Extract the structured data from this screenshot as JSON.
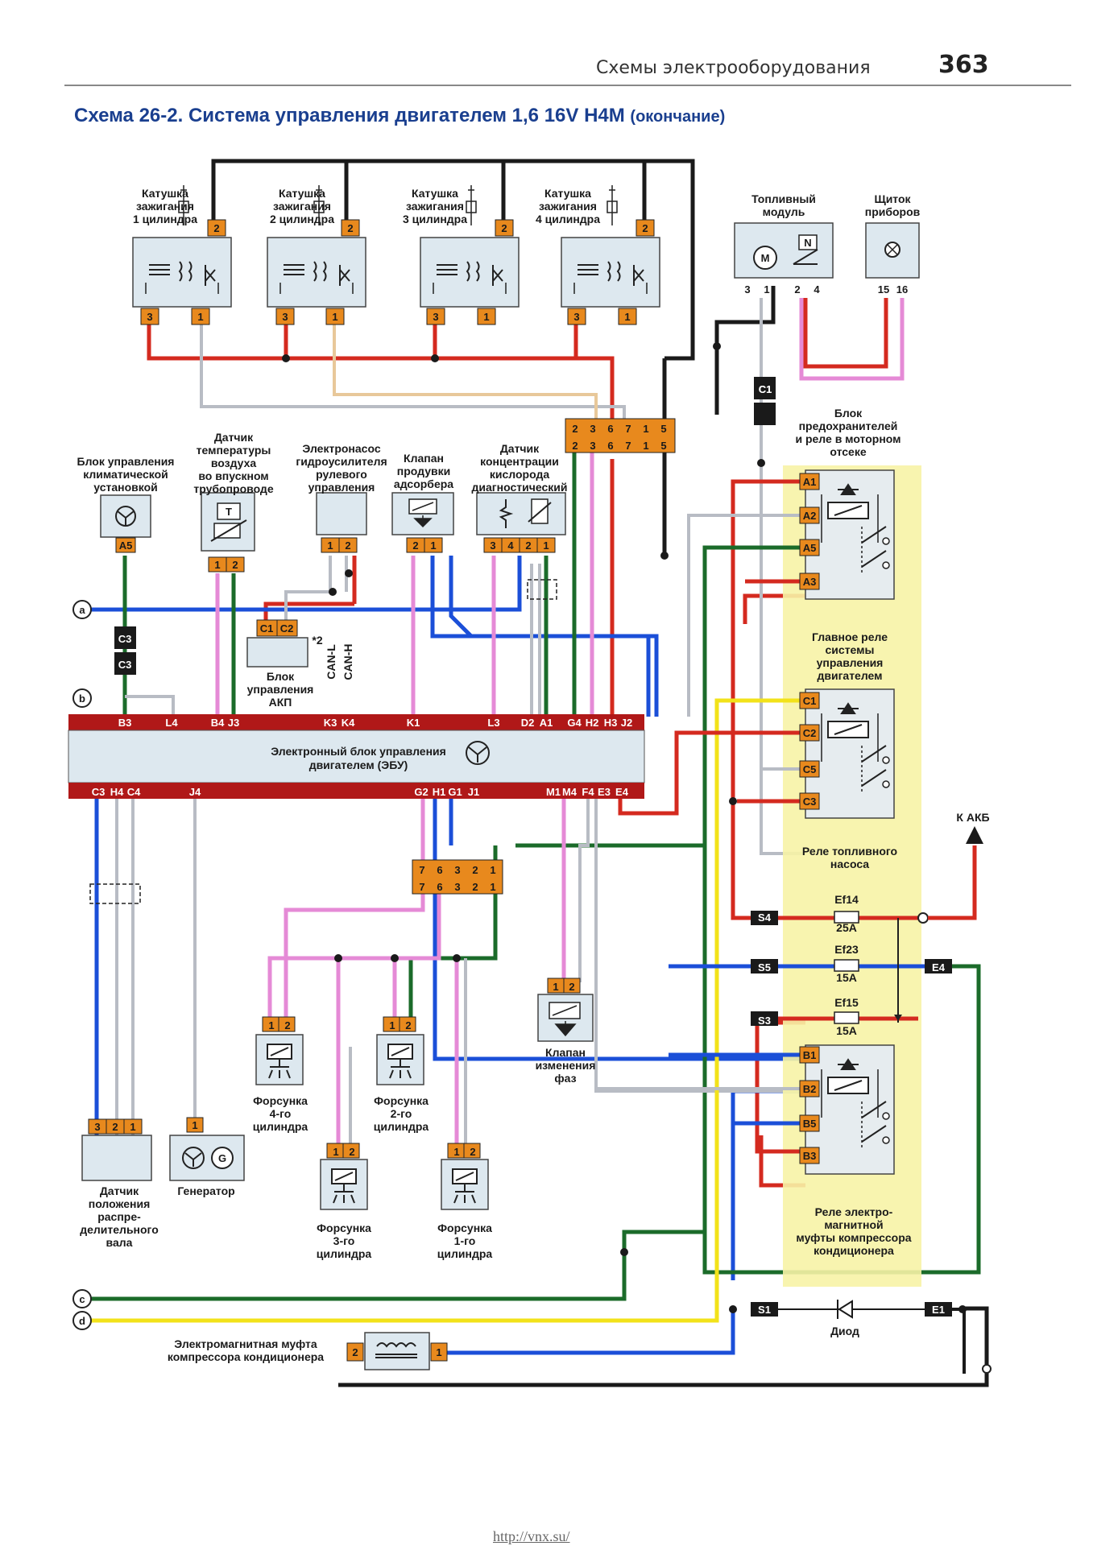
{
  "header": {
    "section_title": "Схемы электрооборудования",
    "page_number": "363"
  },
  "scheme": {
    "title": "Схема 26-2. Система управления двигателем 1,6 16V H4M",
    "subtitle": "(окончание)"
  },
  "colors": {
    "red": "#d42a1f",
    "blue": "#1b4fd8",
    "green": "#1b6b2a",
    "pink": "#e58ad6",
    "gray": "#b8bcc4",
    "black": "#1a1a1a",
    "yellow": "#f2e21a",
    "orange_pin": "#e8891d",
    "ecu_bar": "#b01818",
    "relay_bg": "#f7f3a6",
    "ecu_body": "#dde8ef"
  },
  "coils": [
    {
      "label_lines": [
        "Катушка",
        "зажигания",
        "1 цилиндра"
      ],
      "pin_top": "2",
      "pins_bottom": [
        "3",
        "1"
      ]
    },
    {
      "label_lines": [
        "Катушка",
        "зажигания",
        "2 цилиндра"
      ],
      "pin_top": "2",
      "pins_bottom": [
        "3",
        "1"
      ]
    },
    {
      "label_lines": [
        "Катушка",
        "зажигания",
        "3 цилиндра"
      ],
      "pin_top": "2",
      "pins_bottom": [
        "3",
        "1"
      ]
    },
    {
      "label_lines": [
        "Катушка",
        "зажигания",
        "4 цилиндра"
      ],
      "pin_top": "2",
      "pins_bottom": [
        "3",
        "1"
      ]
    }
  ],
  "fuel_module": {
    "label_lines": [
      "Топливный",
      "модуль"
    ],
    "pins": [
      "3",
      "1",
      "2",
      "4"
    ],
    "icon_letter": "N"
  },
  "dash": {
    "label_lines": [
      "Щиток",
      "приборов"
    ],
    "pins": [
      "15",
      "16"
    ]
  },
  "connectors": {
    "c1": [
      "C1",
      "C1"
    ],
    "c3": [
      "C3",
      "C3"
    ],
    "top_block": [
      "2",
      "3",
      "6",
      "7",
      "1",
      "5"
    ],
    "mid_block": [
      "7",
      "6",
      "3",
      "2",
      "1"
    ]
  },
  "fuse_box": {
    "label_lines": [
      "Блок",
      "предохранителей",
      "и реле в моторном",
      "отсеке"
    ]
  },
  "sensors": {
    "climate": {
      "label_lines": [
        "Блок управления",
        "климатической",
        "установкой"
      ],
      "pin": "A5"
    },
    "air_temp": {
      "label_lines": [
        "Датчик",
        "температуры",
        "воздуха",
        "во впускном",
        "трубопроводе"
      ],
      "pins": [
        "1",
        "2"
      ],
      "icon_letter": "T"
    },
    "pump": {
      "label_lines": [
        "Электронасос",
        "гидроусилителя",
        "рулевого",
        "управления"
      ],
      "pins": [
        "1",
        "2"
      ]
    },
    "purge": {
      "label_lines": [
        "Клапан",
        "продувки",
        "адсорбера"
      ],
      "pins": [
        "2",
        "1"
      ]
    },
    "oxygen": {
      "label_lines": [
        "Датчик",
        "концентрации",
        "кислорода",
        "диагностический"
      ],
      "pins": [
        "3",
        "4",
        "2",
        "1"
      ]
    }
  },
  "akp": {
    "label_lines": [
      "Блок",
      "управления",
      "АКП"
    ],
    "pins": [
      "C1",
      "C2"
    ],
    "note": "*2",
    "can_l": "CAN-L",
    "can_h": "CAN-H"
  },
  "ecu": {
    "label_lines": [
      "Электронный блок управления",
      "двигателем (ЭБУ)"
    ],
    "top_pins": [
      "B3",
      "L4",
      "B4",
      "J3",
      "K3",
      "K4",
      "K1",
      "L3",
      "D2",
      "A1",
      "G4",
      "H2",
      "H3",
      "J2"
    ],
    "bottom_pins": [
      "C3",
      "H4",
      "C4",
      "J4",
      "G2",
      "H1",
      "G1",
      "J1",
      "M1",
      "M4",
      "F4",
      "E3",
      "E4"
    ]
  },
  "relays": {
    "main": {
      "label_lines": [
        "Главное реле",
        "системы",
        "управления",
        "двигателем"
      ],
      "pins": [
        "A1",
        "A2",
        "A5",
        "A3"
      ]
    },
    "fuel_pump": {
      "label_lines": [
        "Реле топливного",
        "насоса"
      ],
      "pins": [
        "C1",
        "C2",
        "C5",
        "C3"
      ]
    },
    "ac_clutch": {
      "label_lines": [
        "Реле электро-",
        "магнитной",
        "муфты компрессора",
        "кондиционера"
      ],
      "pins": [
        "B1",
        "B2",
        "B5",
        "B3"
      ]
    }
  },
  "fuses": [
    {
      "name": "Ef14",
      "rating": "25A",
      "connector": "S4"
    },
    {
      "name": "Ef23",
      "rating": "15A",
      "connector": "S5",
      "right_connector": "E4"
    },
    {
      "name": "Ef15",
      "rating": "15A",
      "connector": "S3"
    }
  ],
  "battery": {
    "label": "К АКБ"
  },
  "diode": {
    "label": "Диод",
    "left_connector": "S1",
    "right_connector": "E1"
  },
  "terminals": [
    "a",
    "b",
    "c",
    "d"
  ],
  "injectors": [
    {
      "label_lines": [
        "Форсунка",
        "4-го",
        "цилиндра"
      ],
      "pins": [
        "1",
        "2"
      ]
    },
    {
      "label_lines": [
        "Форсунка",
        "2-го",
        "цилиндра"
      ],
      "pins": [
        "1",
        "2"
      ]
    },
    {
      "label_lines": [
        "Форсунка",
        "3-го",
        "цилиндра"
      ],
      "pins": [
        "1",
        "2"
      ]
    },
    {
      "label_lines": [
        "Форсунка",
        "1-го",
        "цилиндра"
      ],
      "pins": [
        "1",
        "2"
      ]
    }
  ],
  "phase_valve": {
    "label_lines": [
      "Клапан",
      "изменения",
      "фаз"
    ],
    "pins": [
      "1",
      "2"
    ]
  },
  "cam_sensor": {
    "label_lines": [
      "Датчик",
      "положения",
      "распре-",
      "делительного",
      "вала"
    ],
    "pins": [
      "3",
      "2",
      "1"
    ]
  },
  "generator": {
    "label": "Генератор",
    "pin": "1",
    "icon_letter": "G"
  },
  "ac_clutch": {
    "label_lines": [
      "Электромагнитная муфта",
      "компрессора кондиционера"
    ],
    "pins": [
      "2",
      "1"
    ]
  },
  "footer": {
    "url": "http://vnx.su/"
  }
}
